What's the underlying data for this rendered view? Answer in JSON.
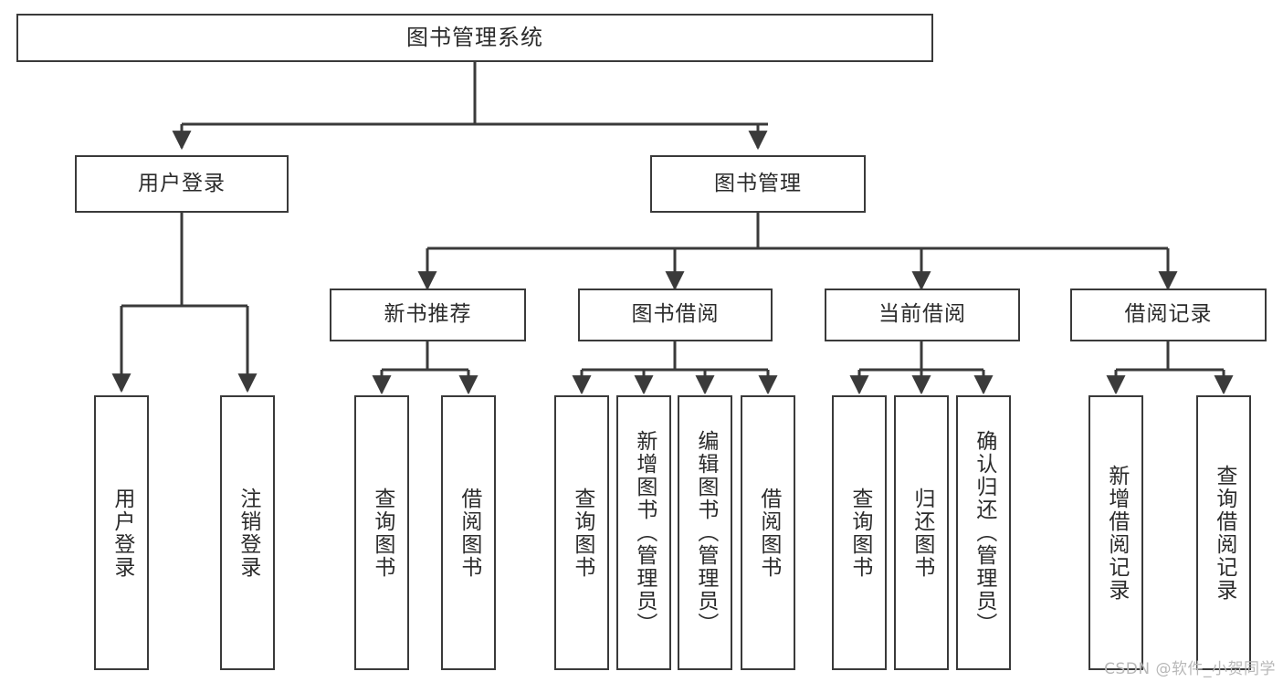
{
  "diagram": {
    "type": "tree-hierarchy-chart",
    "title": "图书管理系统",
    "root": {
      "id": "root",
      "label": "图书管理系统"
    },
    "level2": [
      {
        "id": "user-login",
        "label": "用户登录"
      },
      {
        "id": "book-management",
        "label": "图书管理"
      }
    ],
    "level3": [
      {
        "id": "new-book-recommend",
        "label": "新书推荐",
        "parent": "book-management"
      },
      {
        "id": "book-borrow",
        "label": "图书借阅",
        "parent": "book-management"
      },
      {
        "id": "current-borrow",
        "label": "当前借阅",
        "parent": "book-management"
      },
      {
        "id": "borrow-record",
        "label": "借阅记录",
        "parent": "book-management"
      }
    ],
    "leaves": [
      {
        "id": "leaf-user-login",
        "label": "用户登录",
        "parent": "user-login"
      },
      {
        "id": "leaf-user-logout",
        "label": "注销登录",
        "parent": "user-login"
      },
      {
        "id": "leaf-query-book-1",
        "label": "查询图书",
        "parent": "new-book-recommend"
      },
      {
        "id": "leaf-borrow-book-1",
        "label": "借阅图书",
        "parent": "new-book-recommend"
      },
      {
        "id": "leaf-query-book-2",
        "label": "查询图书",
        "parent": "book-borrow"
      },
      {
        "id": "leaf-add-book",
        "label": "新增图书（管理员）",
        "parent": "book-borrow"
      },
      {
        "id": "leaf-edit-book",
        "label": "编辑图书（管理员）",
        "parent": "book-borrow"
      },
      {
        "id": "leaf-borrow-book-2",
        "label": "借阅图书",
        "parent": "book-borrow"
      },
      {
        "id": "leaf-query-book-3",
        "label": "查询图书",
        "parent": "current-borrow"
      },
      {
        "id": "leaf-return-book",
        "label": "归还图书",
        "parent": "current-borrow"
      },
      {
        "id": "leaf-confirm-return",
        "label": "确认归还（管理员）",
        "parent": "current-borrow"
      },
      {
        "id": "leaf-add-record",
        "label": "新增借阅记录",
        "parent": "borrow-record"
      },
      {
        "id": "leaf-query-record",
        "label": "查询借阅记录",
        "parent": "borrow-record"
      }
    ],
    "colors": {
      "stroke": "#3a3a3a",
      "background": "#ffffff",
      "text": "#2b2b2b",
      "watermark": "#b8b8b8"
    }
  },
  "watermark": {
    "text": "CSDN @软件_小贺同学"
  }
}
